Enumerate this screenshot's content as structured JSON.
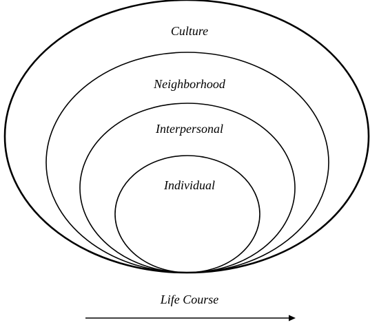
{
  "diagram": {
    "type": "nested-ellipses",
    "layers": [
      {
        "label": "Culture"
      },
      {
        "label": "Neighborhood"
      },
      {
        "label": "Interpersonal"
      },
      {
        "label": "Individual"
      }
    ],
    "arrow_label": "Life Course",
    "colors": {
      "stroke": "#000000",
      "background": "#ffffff"
    }
  }
}
